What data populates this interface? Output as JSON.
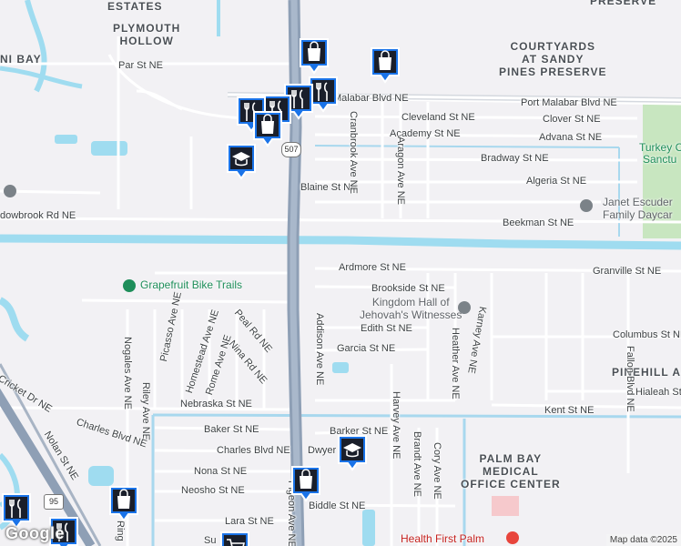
{
  "streets": {
    "par": "Par St NE",
    "malabar": "Malabar Blvd NE",
    "port_malabar": "Port Malabar Blvd NE",
    "cleveland": "Cleveland St NE",
    "clover": "Clover St NE",
    "academy": "Academy St NE",
    "advana": "Advana St NE",
    "cranbrook": "Cranbrook Ave NE",
    "aragon": "Aragon Ave NE",
    "bradway": "Bradway St NE",
    "algeria": "Algeria St NE",
    "blaine": "Blaine St NE",
    "meadowbrook": "dowbrook Rd NE",
    "beekman": "Beekman St NE",
    "ardmore": "Ardmore St NE",
    "granville": "Granville St NE",
    "brookside": "Brookside St NE",
    "edith": "Edith St NE",
    "garcia": "Garcia St NE",
    "columbus": "Columbus St NE",
    "hialeah": "Hialeah St",
    "kent": "Kent St NE",
    "nebraska": "Nebraska St NE",
    "baker1": "Baker St NE",
    "baker2": "Barker St NE",
    "charles1": "Charles Blvd NE",
    "charles2": "Charles Blvd NE",
    "dwyer": "Dwyer",
    "nona": "Nona St NE",
    "neosho": "Neosho St NE",
    "biddle": "Biddle St NE",
    "lara": "Lara St NE",
    "sun": "Su",
    "picasso": "Picasso Ave NE",
    "homestead": "Homestead Ave NE",
    "rome": "Rome Ave NE",
    "peal": "Peal Rd NE",
    "nina": "Nina Rd NE",
    "addison": "Addison Ave NE",
    "harvey": "Harvey Ave NE",
    "heather": "Heather Ave NE",
    "karney": "Karney Ave NE",
    "fallon": "Fallon Blvd NE",
    "nogales": "Nogales Ave NE",
    "riley": "Riley Ave NE",
    "cricket": "Cricket Dr NE",
    "nolan": "Nolan St NE",
    "brandt": "Brandt Ave NE",
    "cory": "Cory Ave NE",
    "pigeon": "Pigeon Ave NE",
    "ring": "Ring"
  },
  "areas": {
    "estates": "ESTATES",
    "plymouth": "PLYMOUTH\nHOLLOW",
    "ni_bay": "NI BAY",
    "preserve": "PRESERVE",
    "courtyards": "COURTYARDS\nAT SANDY\nPINES PRESERVE",
    "pinehill": "PINEHILL A",
    "palmbay_med": "PALM BAY\nMEDICAL\nOFFICE CENTER"
  },
  "pois": {
    "grapefruit": "Grapefruit Bike Trails",
    "kingdom_hall": "Kingdom Hall of\nJehovah's Witnesses",
    "janet": "Janet Escuder",
    "janet2": "Family Daycar",
    "turkey": "Turkey C",
    "turkey2": "Sanctu",
    "health_first": "Health First Palm"
  },
  "route_shield": "507",
  "interstate": "95",
  "google_logo": "Google",
  "attribution": "Map data ©2025",
  "colors": {
    "water": "#9fdcf0",
    "major_road": "#8e9fb5",
    "minor_road": "#ffffff",
    "park": "#c8e6c0",
    "marker_blue": "#1a73e8"
  },
  "markers": [
    "shopping-bag",
    "shopping-bag",
    "restaurant",
    "restaurant",
    "restaurant",
    "restaurant",
    "shopping-bag",
    "school",
    "school",
    "shopping-bag",
    "shopping-bag",
    "restaurant",
    "restaurant",
    "shopping-cart"
  ]
}
